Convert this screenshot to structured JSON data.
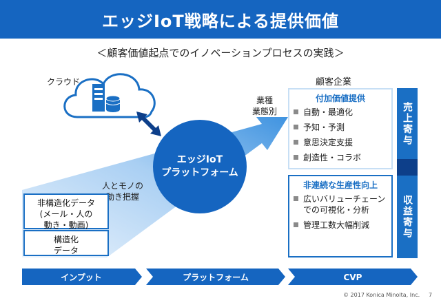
{
  "title": "エッジIoT戦略による提供価値",
  "subtitle": "＜顧客価値起点でのイノベーションプロセスの実践＞",
  "cloud_label": "クラウド",
  "platform_circle": {
    "line1": "エッジIoT",
    "line2": "プラットフォーム"
  },
  "people_label": {
    "line1": "人とモノの",
    "line2": "動き把握"
  },
  "industry_label": {
    "line1": "業種",
    "line2": "業態別"
  },
  "customer_label": "顧客企業",
  "input_boxes": {
    "unstructured": {
      "line1": "非構造化データ",
      "line2": "(メール・人の",
      "line3": "動き・動画)"
    },
    "structured": {
      "line1": "構造化",
      "line2": "データ"
    }
  },
  "value_add": {
    "heading": "付加価値提供",
    "items": [
      "自動・最適化",
      "予知・予測",
      "意思決定支援",
      "創造性・コラボ"
    ]
  },
  "productivity": {
    "heading": "非連続な生産性向上",
    "items": [
      "広いバリューチェーンでの可視化・分析",
      "管理工数大幅削減"
    ]
  },
  "side_labels": {
    "sales": "売上寄与",
    "profit": "収益寄与"
  },
  "phases": [
    "インプット",
    "プラットフォーム",
    "CVP"
  ],
  "footer": "© 2017 Konica Minolta, Inc.",
  "page_number": "7",
  "colors": {
    "primary": "#1565c0",
    "accent": "#1a6fc4",
    "dark": "#0d3f8a",
    "light": "#c7dff5"
  }
}
